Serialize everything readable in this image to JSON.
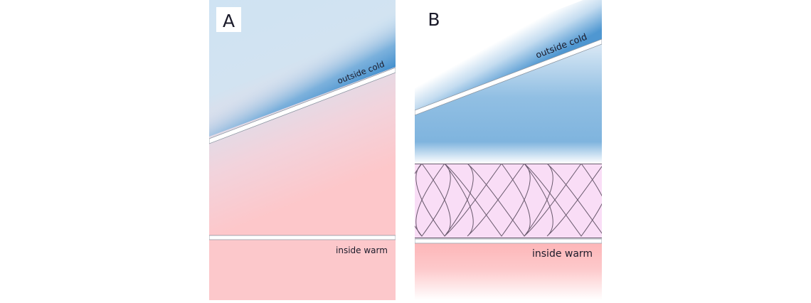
{
  "panels": [
    {
      "letter": "A",
      "outside_label": "outside cold",
      "inside_label": "inside warm",
      "insulated": false
    },
    {
      "letter": "B",
      "outside_label": "outside cold",
      "inside_label": "inside warm",
      "insulated": true
    }
  ],
  "colors": {
    "cold": "#5a9fd4",
    "cold_light": "#cfe3f3",
    "warm": "#fbbcbf",
    "warm_light": "#fdd7d9",
    "insulation": "#f8dcf5",
    "insulation_line": "#6a5b6e"
  }
}
